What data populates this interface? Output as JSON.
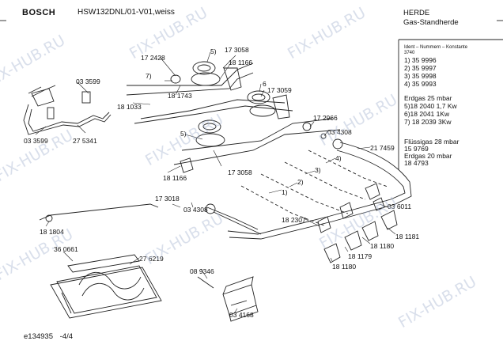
{
  "header": {
    "brand": "BOSCH",
    "model_code": "HSW132DNL/01-V01,weiss",
    "category": "HERDE",
    "subcategory": "Gas-Standherde"
  },
  "side_panel": {
    "title": "Ident – Nummern – Konstante",
    "constant": "3740",
    "variant_list": [
      "1) 35 9996",
      "2) 35 9997",
      "3) 35 9998",
      "4) 35 9993"
    ],
    "gas_groups": [
      {
        "heading": "Erdgas 25 mbar",
        "lines": [
          "5)18 2040 1,7 Kw",
          "6)18 2041 1Kw",
          "7) 18 2039 3Kw"
        ]
      },
      {
        "heading": "Flüssigas 28 mbar",
        "lines": [
          "15 9769"
        ]
      },
      {
        "heading": "Erdgas 20 mbar",
        "lines": [
          "18 4793"
        ]
      }
    ]
  },
  "part_labels": [
    "03 3599",
    "03 3599",
    "27 5341",
    "18 1033",
    "17 2428",
    "7)",
    "18 1743",
    "5)",
    "17 3058",
    "18 1166",
    "6",
    "17 3059",
    "5)",
    "17 3058",
    "18 1166",
    "17 2966",
    "03 4308",
    "21 7459",
    "4)",
    "3)",
    "2)",
    "1)",
    "17 3018",
    "03 4308",
    "18 2307",
    "03 6011",
    "18 1181",
    "18 1180",
    "18 1179",
    "18 1180",
    "18 1804",
    "36 0661",
    "27 6219",
    "08 9346",
    "03 4168"
  ],
  "footer": {
    "drawing_id": "e134935",
    "page": "-4/4"
  },
  "watermark": "FIX-HUB.RU",
  "colors": {
    "line": "#222222",
    "watermark": "#b5c3da",
    "background": "#ffffff"
  }
}
